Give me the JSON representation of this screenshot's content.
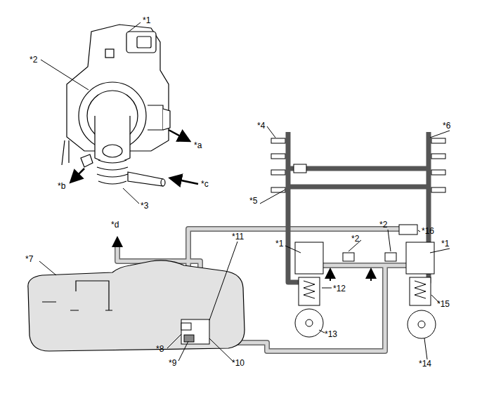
{
  "diagram": {
    "labels": [
      "*1",
      "*2",
      "*a",
      "*b",
      "*c",
      "*3",
      "*4",
      "*6",
      "*5",
      "*16",
      "*2",
      "*2",
      "*1",
      "*1",
      "*d",
      "*7",
      "*11",
      "*12",
      "*15",
      "*8",
      "*9",
      "*10",
      "*13",
      "*14"
    ]
  }
}
